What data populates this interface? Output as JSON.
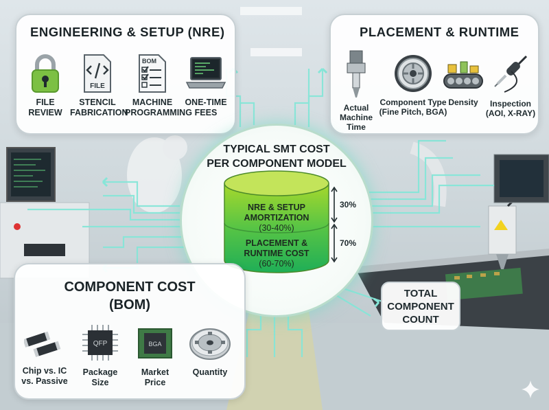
{
  "nre": {
    "title": "ENGINEERING & SETUP (NRE)",
    "items": [
      {
        "label": "FILE\nREVIEW",
        "icon": "lock-icon"
      },
      {
        "label": "STENCIL\nFABRICATION",
        "icon": "code-file-icon",
        "icon_text": "FILE"
      },
      {
        "label": "MACHINE\nPROGRAMMING",
        "icon": "checklist-icon",
        "icon_text": "BOM"
      },
      {
        "label": "ONE-TIME\nFEES",
        "icon": "laptop-icon"
      }
    ]
  },
  "placement": {
    "title": "PLACEMENT & RUNTIME",
    "items": [
      {
        "label": "Actual\nMachine\nTime",
        "icon": "nozzle-icon"
      },
      {
        "label": "Component Type\n(Fine Pitch, BGA)",
        "icon": "reel-icon"
      },
      {
        "label": "Density",
        "icon": "conveyor-icon"
      },
      {
        "label": "Inspection\n(AOI, X-RAY)",
        "icon": "soldering-iron-icon"
      }
    ]
  },
  "center": {
    "title_line1": "TYPICAL SMT COST",
    "title_line2": "PER COMPONENT MODEL",
    "top_label": "NRE & SETUP\nAMORTIZATION",
    "top_range": "(30-40%)",
    "top_pct": "30%",
    "bottom_label": "PLACEMENT &\nRUNTIME COST",
    "bottom_range": "(60-70%)",
    "bottom_pct": "70%"
  },
  "bom": {
    "title_line1": "COMPONENT COST",
    "title_line2": "(BOM)",
    "items": [
      {
        "label": "Chip vs. IC\nvs. Passive",
        "icon": "chip-resistor-icon"
      },
      {
        "label": "Package\nSize",
        "icon": "qfp-chip-icon",
        "icon_text": "QFP"
      },
      {
        "label": "Market\nPrice",
        "icon": "bga-chip-icon",
        "icon_text": "BGA"
      },
      {
        "label": "Quantity",
        "icon": "tape-reel-icon"
      }
    ]
  },
  "total": {
    "label": "TOTAL\nCOMPONENT\nCOUNT"
  },
  "colors": {
    "accent": "#7fe0d0",
    "cyl_top": "#9bd22c",
    "cyl_bottom": "#25b35a",
    "panel_border": "#c7d0d4"
  }
}
